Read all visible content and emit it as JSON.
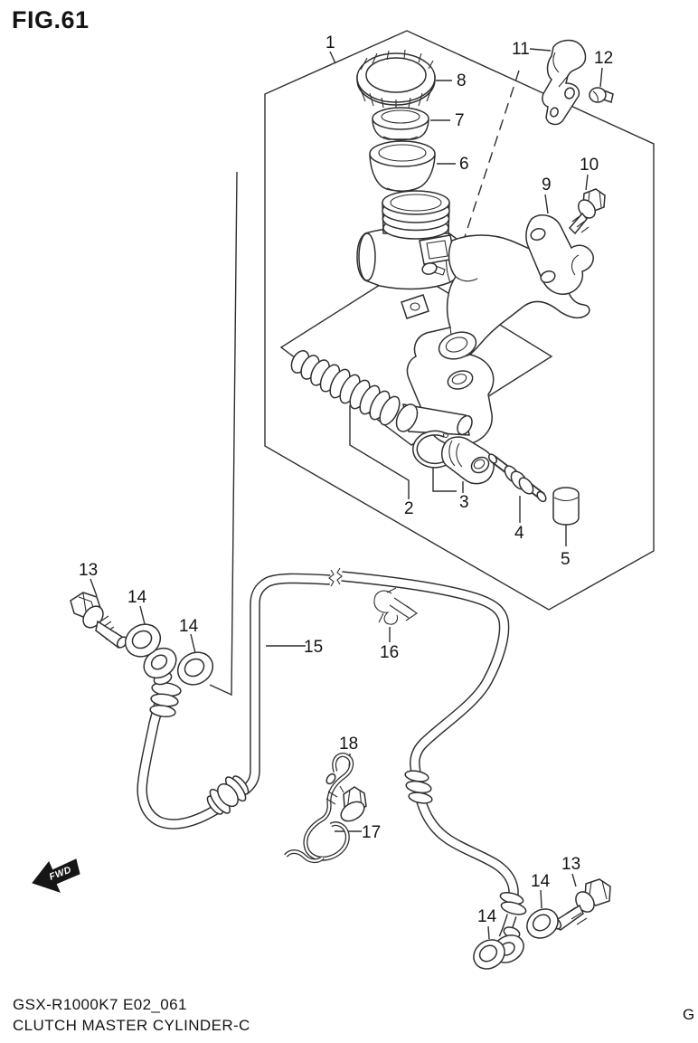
{
  "figure": {
    "id": "FIG.61"
  },
  "footer": {
    "model_code": "GSX-R1000K7 E02_061",
    "title": "CLUTCH MASTER CYLINDER-C",
    "page_edge_char": "G"
  },
  "fwd": {
    "label": "FWD"
  },
  "diagram_description": "Exploded parts diagram of clutch master cylinder assembly with numbered callouts",
  "part_labels": [
    {
      "ref": "assembly-box",
      "text": "1"
    },
    {
      "ref": "reservoir-cap",
      "text": "8"
    },
    {
      "ref": "diaphragm-plate",
      "text": "7"
    },
    {
      "ref": "diaphragm",
      "text": "6"
    },
    {
      "ref": "lever-bracket",
      "text": "11"
    },
    {
      "ref": "bracket-screw",
      "text": "12"
    },
    {
      "ref": "clamp-bolt",
      "text": "10"
    },
    {
      "ref": "handlebar-clamp",
      "text": "9"
    },
    {
      "ref": "piston-spring-set",
      "text": "2"
    },
    {
      "ref": "piston-circlip-set",
      "text": "3"
    },
    {
      "ref": "push-rod",
      "text": "4"
    },
    {
      "ref": "boot",
      "text": "5"
    },
    {
      "ref": "banjo-bolt-upper",
      "text": "13"
    },
    {
      "ref": "washer-upper-a",
      "text": "14"
    },
    {
      "ref": "washer-upper-b",
      "text": "14"
    },
    {
      "ref": "clutch-hose",
      "text": "15"
    },
    {
      "ref": "hose-clamp",
      "text": "16"
    },
    {
      "ref": "wire-guide",
      "text": "17"
    },
    {
      "ref": "guide-bolt",
      "text": "18"
    },
    {
      "ref": "banjo-bolt-lower",
      "text": "13"
    },
    {
      "ref": "washer-lower-a",
      "text": "14"
    },
    {
      "ref": "washer-lower-b",
      "text": "14"
    }
  ]
}
